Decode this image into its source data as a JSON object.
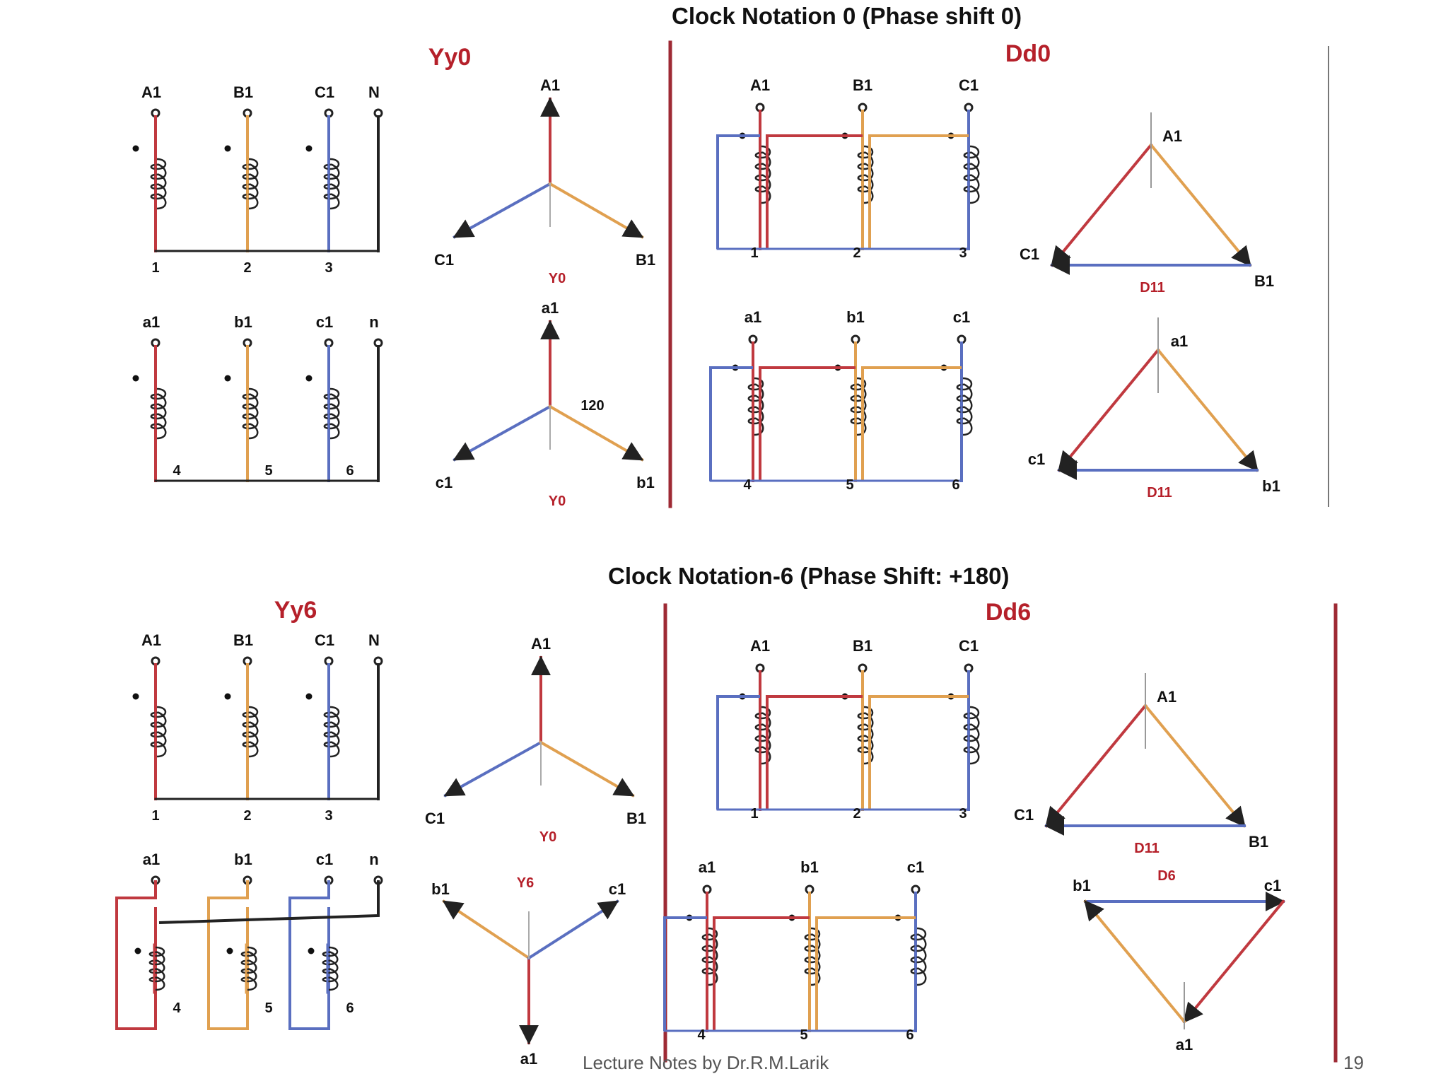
{
  "headings": {
    "clock0": "Clock Notation 0 (Phase shift 0)",
    "clock6": "Clock Notation-6 (Phase Shift: +180)"
  },
  "panels": {
    "yy0": {
      "title": "Yy0",
      "primary": {
        "terminals": [
          "A1",
          "B1",
          "C1",
          "N"
        ],
        "numbers": [
          "1",
          "2",
          "3"
        ]
      },
      "secondary": {
        "terminals": [
          "a1",
          "b1",
          "c1",
          "n"
        ],
        "numbers": [
          "4",
          "5",
          "6"
        ]
      },
      "phasor_primary": {
        "labels": [
          "A1",
          "C1",
          "B1"
        ],
        "tag": "Y0"
      },
      "phasor_secondary": {
        "labels": [
          "a1",
          "c1",
          "b1"
        ],
        "tag": "Y0",
        "angle": "120"
      }
    },
    "dd0": {
      "title": "Dd0",
      "primary": {
        "terminals": [
          "A1",
          "B1",
          "C1"
        ],
        "numbers": [
          "1",
          "2",
          "3"
        ]
      },
      "secondary": {
        "terminals": [
          "a1",
          "b1",
          "c1"
        ],
        "numbers": [
          "4",
          "5",
          "6"
        ]
      },
      "phasor_primary": {
        "labels": [
          "A1",
          "C1",
          "B1"
        ],
        "tag": "D11"
      },
      "phasor_secondary": {
        "labels": [
          "a1",
          "c1",
          "b1"
        ],
        "tag": "D11"
      }
    },
    "yy6": {
      "title": "Yy6",
      "primary": {
        "terminals": [
          "A1",
          "B1",
          "C1",
          "N"
        ],
        "numbers": [
          "1",
          "2",
          "3"
        ]
      },
      "secondary": {
        "terminals": [
          "a1",
          "b1",
          "c1",
          "n"
        ],
        "numbers": [
          "4",
          "5",
          "6"
        ]
      },
      "phasor_primary": {
        "labels": [
          "A1",
          "C1",
          "B1"
        ],
        "tag": "Y0"
      },
      "phasor_secondary": {
        "labels": [
          "b1",
          "c1",
          "a1"
        ],
        "tag": "Y6"
      }
    },
    "dd6": {
      "title": "Dd6",
      "primary": {
        "terminals": [
          "A1",
          "B1",
          "C1"
        ],
        "numbers": [
          "1",
          "2",
          "3"
        ]
      },
      "secondary": {
        "terminals": [
          "a1",
          "b1",
          "c1"
        ],
        "numbers": [
          "4",
          "5",
          "6"
        ]
      },
      "phasor_primary": {
        "labels": [
          "A1",
          "C1",
          "B1"
        ],
        "tag": "D11"
      },
      "phasor_secondary": {
        "labels": [
          "b1",
          "c1",
          "a1"
        ],
        "tag": "D6"
      }
    }
  },
  "footer": {
    "text": "Lecture Notes by Dr.R.M.Larik",
    "page": "19"
  },
  "colors": {
    "phase_a": "#c0393f",
    "phase_b": "#e0a050",
    "phase_c": "#5a6fc0",
    "neutral": "#222222",
    "title": "#b5202a",
    "divider": "#9e2a34"
  }
}
